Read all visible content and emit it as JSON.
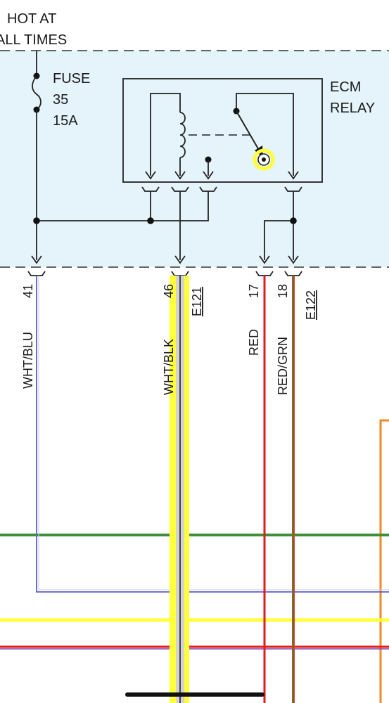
{
  "power_source": {
    "line1": "HOT AT",
    "line2": "ALL TIMES"
  },
  "fuse": {
    "label": "FUSE",
    "number": "35",
    "rating": "15A"
  },
  "relay": {
    "line1": "ECM",
    "line2": "RELAY"
  },
  "terminals": {
    "t41": "41",
    "t46": "46",
    "t17": "17",
    "t18": "18"
  },
  "connectors": {
    "left": "E121",
    "right": "E122"
  },
  "wires": {
    "wht_blu": "WHT/BLU",
    "wht_blk": "WHT/BLK",
    "red": "RED",
    "red_grn": "RED/GRN"
  },
  "colors": {
    "zone_fill": "#e5f3fa",
    "wht_blu": "#5a5fd0",
    "highlight_yellow": "#ffff3a",
    "red": "#e21c1c",
    "red_grn_outer": "#d14a2c",
    "red_grn_inner": "#3b7a2a",
    "green": "#3e8f3a",
    "orange": "#ef8a22",
    "purple": "#8a3aa8"
  }
}
